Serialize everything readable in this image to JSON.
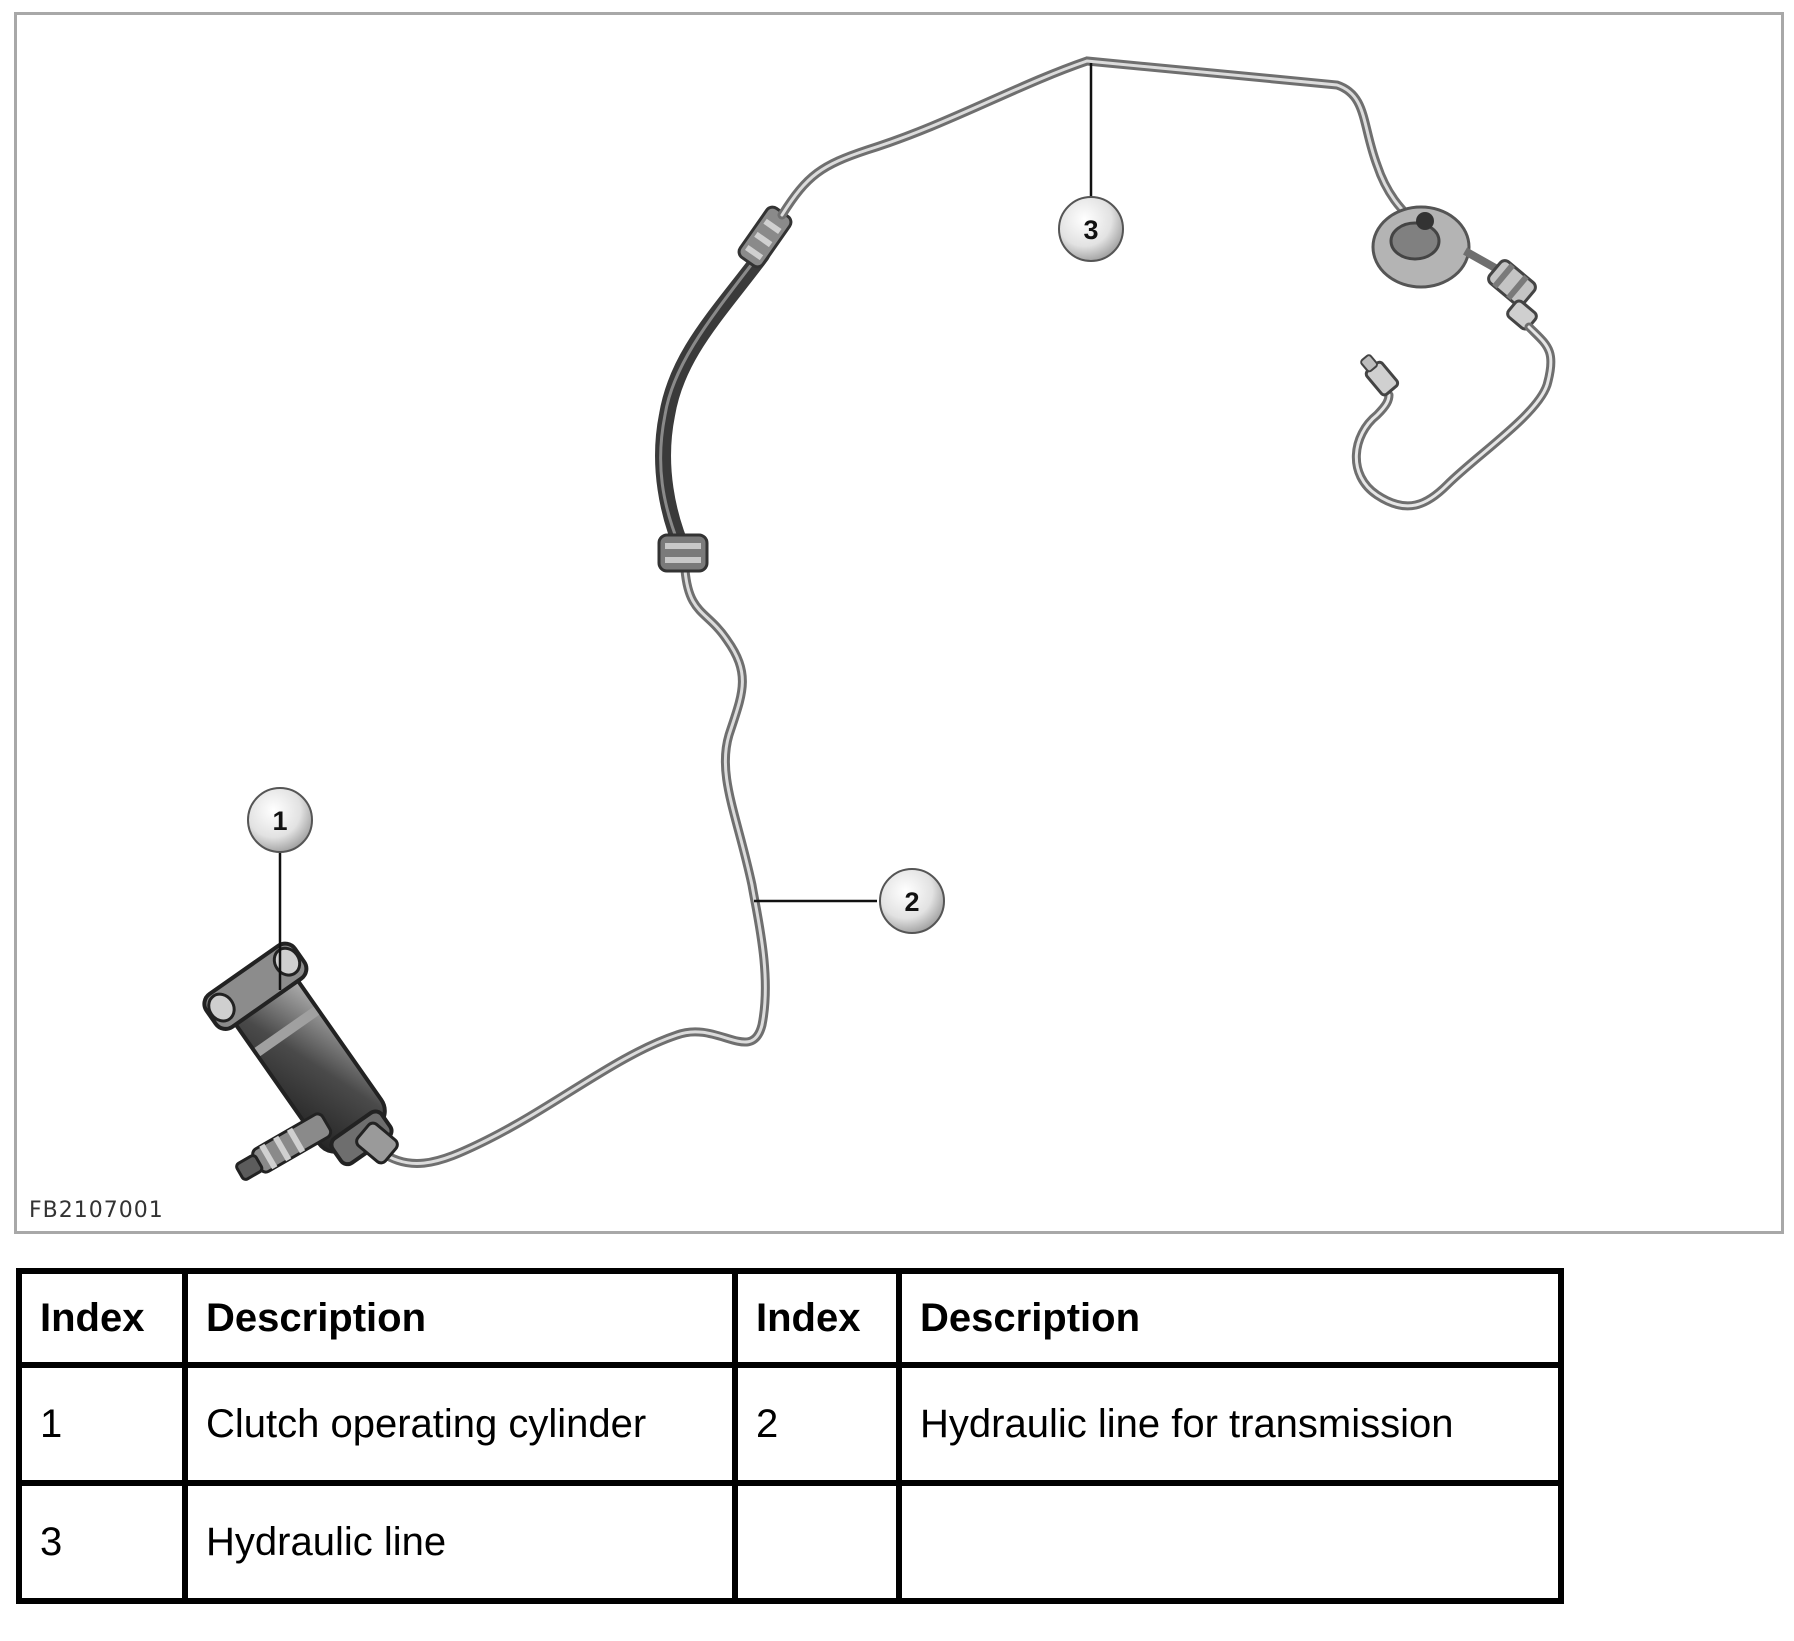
{
  "figure": {
    "figure_id": "FB2107001",
    "callouts": [
      {
        "label": "1",
        "part": "clutch-operating-cylinder"
      },
      {
        "label": "2",
        "part": "hydraulic-line-for-transmission"
      },
      {
        "label": "3",
        "part": "hydraulic-line"
      }
    ],
    "colors": {
      "frame": "#a8a8a8",
      "line": "#6f6f6f",
      "hose": "#3a3a3a",
      "callout_fill": "#e2e2e2"
    }
  },
  "legend": {
    "headers": {
      "index_a": "Index",
      "desc_a": "Description",
      "index_b": "Index",
      "desc_b": "Description"
    },
    "rows": [
      {
        "index_a": "1",
        "desc_a": "Clutch operating cylinder",
        "index_b": "2",
        "desc_b": "Hydraulic line for transmission"
      },
      {
        "index_a": "3",
        "desc_a": "Hydraulic line",
        "index_b": "",
        "desc_b": ""
      }
    ]
  }
}
